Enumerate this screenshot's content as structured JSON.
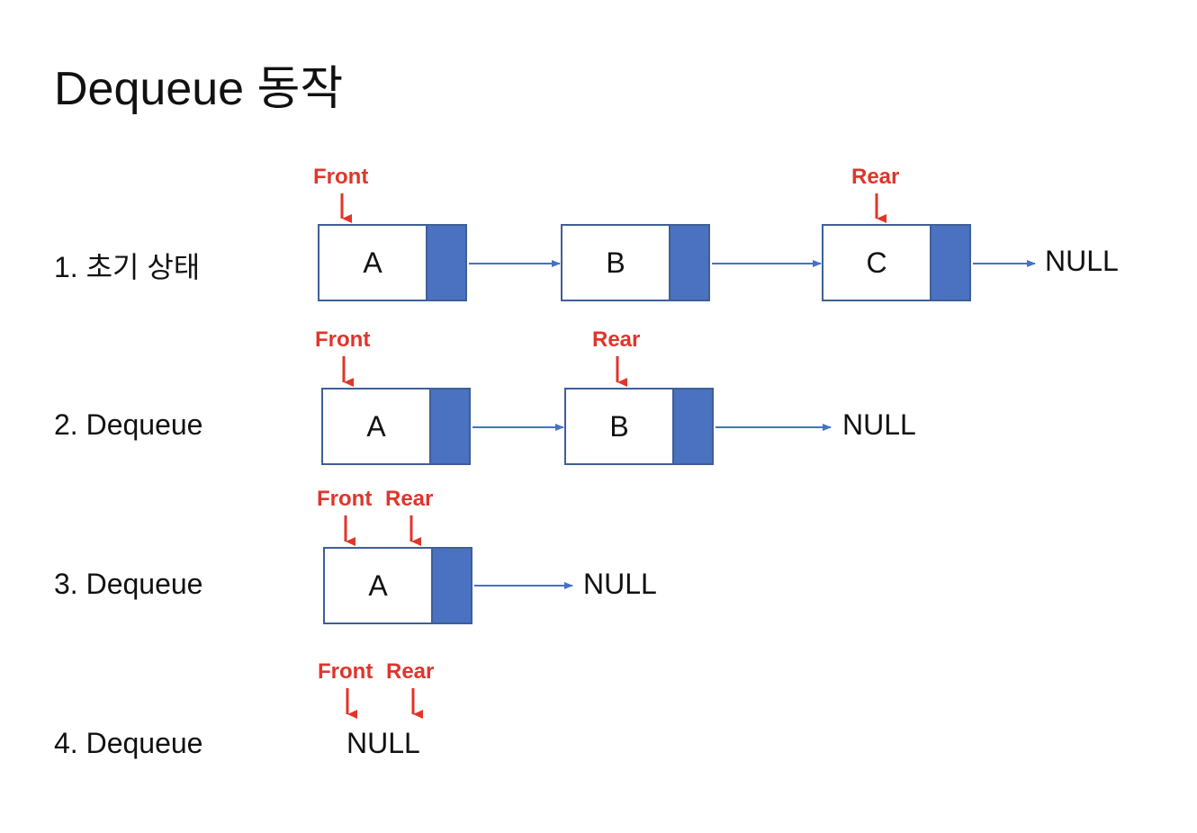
{
  "title": "Dequeue 동작",
  "null_label": "NULL",
  "pointer_labels": {
    "front": "Front",
    "rear": "Rear"
  },
  "steps": [
    {
      "label": "1. 초기 상태",
      "nodes": [
        "A",
        "B",
        "C"
      ]
    },
    {
      "label": "2. Dequeue",
      "nodes": [
        "A",
        "B"
      ]
    },
    {
      "label": "3. Dequeue",
      "nodes": [
        "A"
      ]
    },
    {
      "label": "4. Dequeue",
      "nodes": []
    }
  ],
  "colors": {
    "pointer": "#e0352b",
    "link_arrow": "#4472c4",
    "node_link_fill": "#4a72c0",
    "node_border": "#3e5f96"
  }
}
